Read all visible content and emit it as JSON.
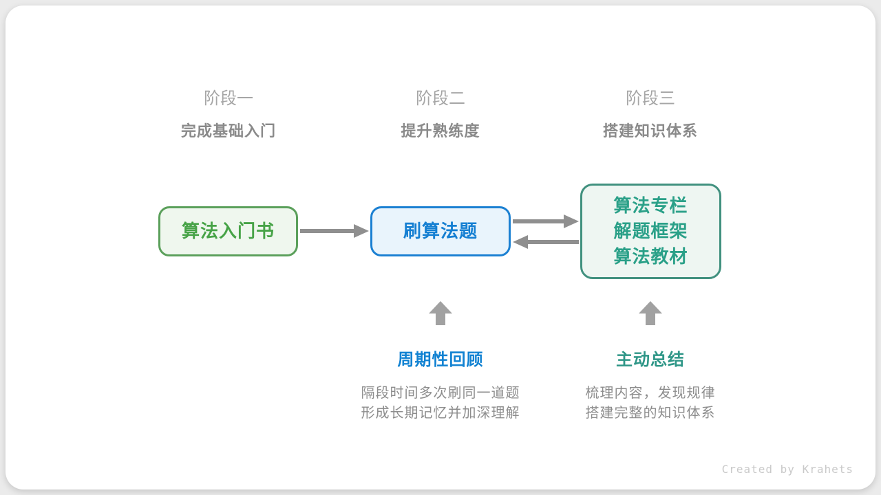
{
  "stages": [
    {
      "label": "阶段一",
      "subtitle": "完成基础入门"
    },
    {
      "label": "阶段二",
      "subtitle": "提升熟练度"
    },
    {
      "label": "阶段三",
      "subtitle": "搭建知识体系"
    }
  ],
  "nodes": [
    {
      "lines": [
        "算法入门书"
      ]
    },
    {
      "lines": [
        "刷算法题"
      ]
    },
    {
      "lines": [
        "算法专栏",
        "解题框架",
        "算法教材"
      ]
    }
  ],
  "flow": {
    "arrows": [
      {
        "from": "算法入门书",
        "to": "刷算法题",
        "direction": "right"
      },
      {
        "from": "刷算法题",
        "to": "算法专栏/解题框架/算法教材",
        "direction": "right"
      },
      {
        "from": "算法专栏/解题框架/算法教材",
        "to": "刷算法题",
        "direction": "left"
      }
    ]
  },
  "annotations": [
    {
      "title": "周期性回顾",
      "lines": [
        "隔段时间多次刷同一道题",
        "形成长期记忆并加深理解"
      ]
    },
    {
      "title": "主动总结",
      "lines": [
        "梳理内容，发现规律",
        "搭建完整的知识体系"
      ]
    }
  ],
  "footer": {
    "credit": "Created by Krahets"
  },
  "colors": {
    "page_bg": "#ebebeb",
    "card_bg": "#ffffff",
    "stage_label": "#a6a6a6",
    "stage_subtitle": "#8a8a8a",
    "node1_border": "#5ba05b",
    "node1_bg": "#eff7ee",
    "node1_text": "#47a347",
    "node2_border": "#1b80d2",
    "node2_bg": "#e9f4fc",
    "node2_text": "#157fd2",
    "node3_border": "#41917f",
    "node3_bg": "#eef6f2",
    "node3_text": "#2aa088",
    "arrow": "#8f8f8f",
    "up_arrow": "#a1a1a1",
    "ann_review_title": "#1182d2",
    "ann_summary_title": "#2e9687",
    "desc_text": "#8d8d8d",
    "credit": "#c9c9c9"
  }
}
